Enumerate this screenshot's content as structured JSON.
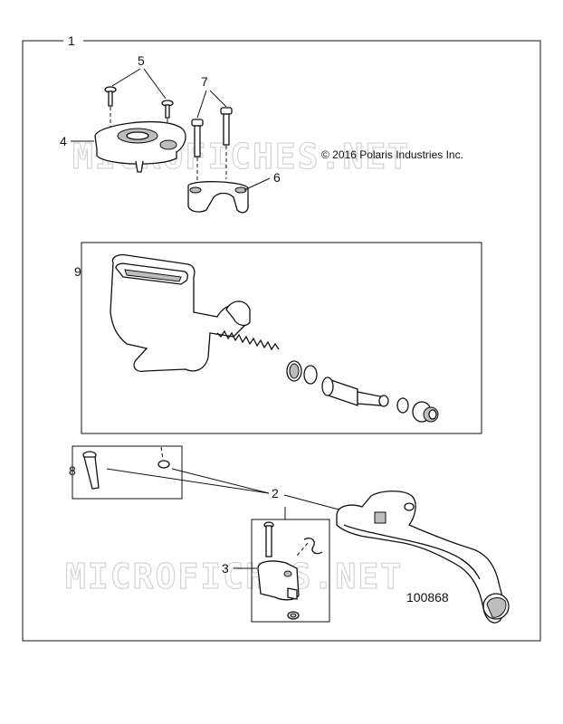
{
  "diagram": {
    "callouts": {
      "c1": "1",
      "c2": "2",
      "c3": "3",
      "c4": "4",
      "c5": "5",
      "c6": "6",
      "c7": "7",
      "c8": "8",
      "c9": "9"
    },
    "copyright": "© 2016 Polaris Industries Inc.",
    "figure_number": "100868",
    "watermark": "MICROFICHES.NET"
  }
}
